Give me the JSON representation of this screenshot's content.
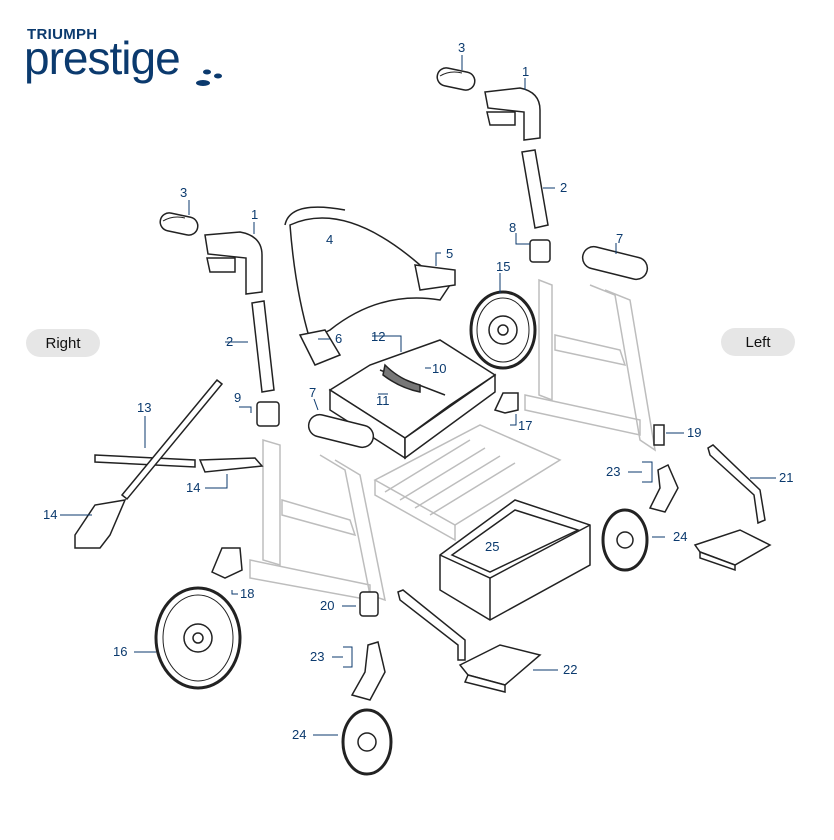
{
  "brand": {
    "line1": "TRIUMPH",
    "line2": "prestige",
    "dot_color": "#0b3a6e"
  },
  "side_labels": {
    "right": "Right",
    "left": "Left"
  },
  "callouts": [
    "1",
    "2",
    "3",
    "4",
    "5",
    "6",
    "7",
    "8",
    "9",
    "10",
    "11",
    "12",
    "13",
    "14",
    "15",
    "16",
    "17",
    "18",
    "19",
    "20",
    "21",
    "22",
    "23",
    "24",
    "25"
  ],
  "colors": {
    "label": "#0b3a6e",
    "outline": "#222222",
    "ghost": "#bdbdbd",
    "pill": "#e6e6e6"
  }
}
